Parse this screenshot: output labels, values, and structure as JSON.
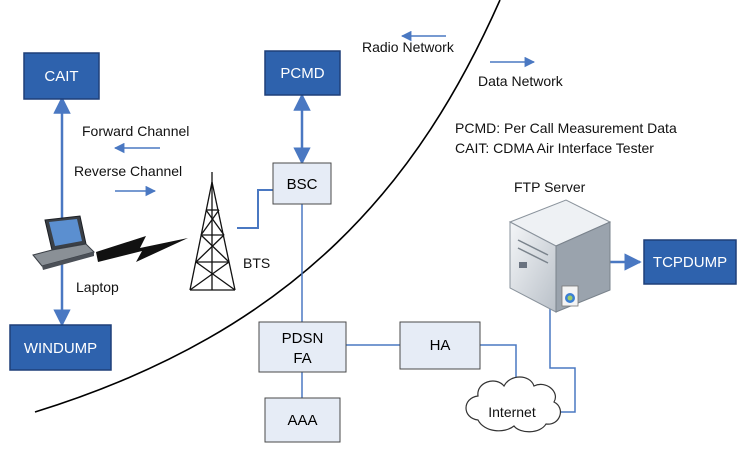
{
  "colors": {
    "dark_node_fill": "#2e62ad",
    "dark_node_border": "#1f3f78",
    "light_node_fill": "#e6ecf6",
    "light_node_border": "#4a4a4a",
    "connector": "#4a78c2",
    "divider": "#000000"
  },
  "nodes": {
    "cait": "CAIT",
    "pcmd": "PCMD",
    "bsc": "BSC",
    "pdsn_line1": "PDSN",
    "pdsn_line2": "FA",
    "ha": "HA",
    "aaa": "AAA",
    "windump": "WINDUMP",
    "tcpdump": "TCPDUMP",
    "internet": "Internet"
  },
  "labels": {
    "radio_network": "Radio Network",
    "data_network": "Data Network",
    "forward_channel": "Forward Channel",
    "reverse_channel": "Reverse Channel",
    "laptop": "Laptop",
    "bts": "BTS",
    "ftp_server": "FTP Server"
  },
  "legend": [
    "PCMD: Per Call Measurement Data",
    "CAIT: CDMA Air Interface Tester"
  ],
  "icons": [
    "laptop-icon",
    "tower-icon",
    "lightning-icon",
    "server-icon",
    "cloud-icon"
  ]
}
